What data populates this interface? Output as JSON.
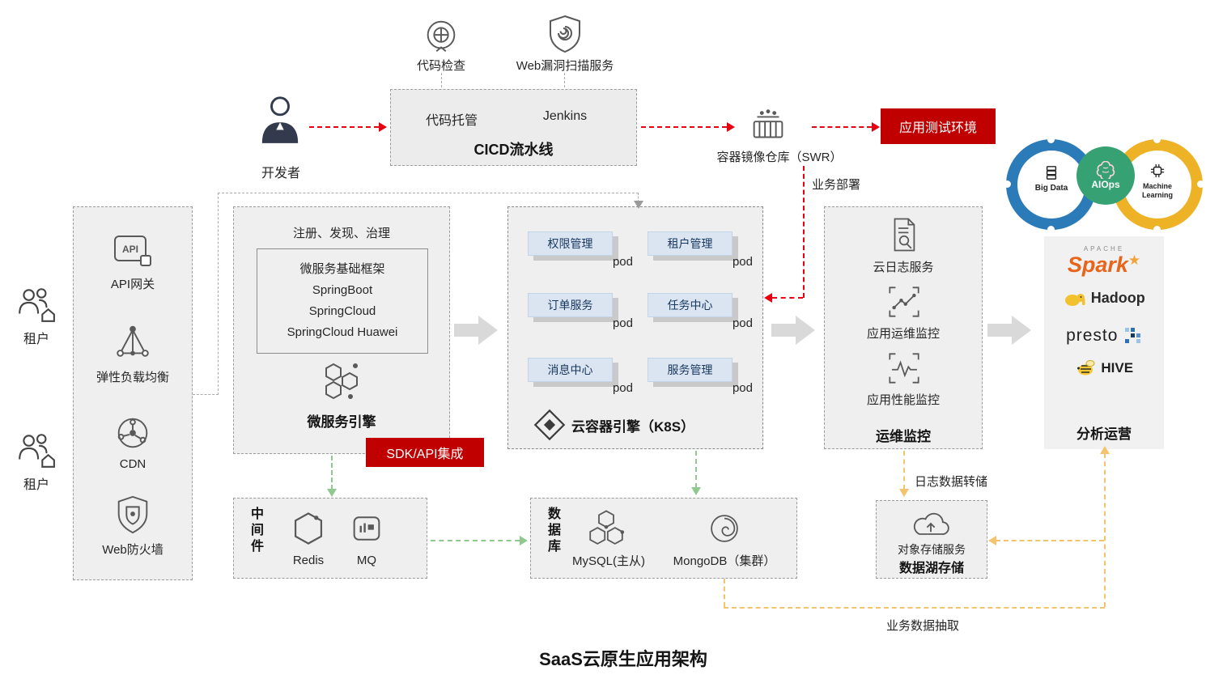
{
  "title": "SaaS云原生应用架构",
  "pipeline": {
    "code_check": "代码检查",
    "web_scan": "Web漏洞扫描服务",
    "developer": "开发者",
    "code_hosting": "代码托管",
    "jenkins": "Jenkins",
    "cicd_title": "CICD流水线",
    "swr": "容器镜像仓库（SWR）",
    "test_env": "应用测试环境",
    "deploy": "业务部署"
  },
  "access": {
    "tenant_top": "租户",
    "tenant_bottom": "租户",
    "api_gateway": "API网关",
    "api_icon_text": "API",
    "elb": "弹性负载均衡",
    "cdn": "CDN",
    "waf": "Web防火墙"
  },
  "microservice": {
    "governance": "注册、发现、治理",
    "framework": [
      "微服务基础框架",
      "SpringBoot",
      "SpringCloud",
      "SpringCloud Huawei"
    ],
    "title": "微服务引擎",
    "sdk_badge": "SDK/API集成"
  },
  "k8s": {
    "pods": [
      "权限管理",
      "租户管理",
      "订单服务",
      "任务中心",
      "消息中心",
      "服务管理"
    ],
    "pod_label": "pod",
    "title": "云容器引擎（K8S）"
  },
  "ops": {
    "log_service": "云日志服务",
    "app_ops_monitor": "应用运维监控",
    "app_perf_monitor": "应用性能监控",
    "title": "运维监控"
  },
  "intelligence": {
    "big_data": "Big Data",
    "aiops": "AIOps",
    "machine_learning": "Machine Learning"
  },
  "analytics": {
    "apache": "APACHE",
    "spark": "Spark",
    "spark_star": "★",
    "hadoop": "Hadoop",
    "presto": "presto",
    "hive": "HIVE",
    "title": "分析运营"
  },
  "middleware": {
    "title": "中间件",
    "redis": "Redis",
    "mq": "MQ"
  },
  "database": {
    "title": "数据库",
    "mysql": "MySQL(主从)",
    "mongodb": "MongoDB（集群）"
  },
  "datalake": {
    "obs": "对象存储服务",
    "title": "数据湖存储"
  },
  "flows": {
    "log_transfer": "日志数据转储",
    "data_extract": "业务数据抽取"
  }
}
